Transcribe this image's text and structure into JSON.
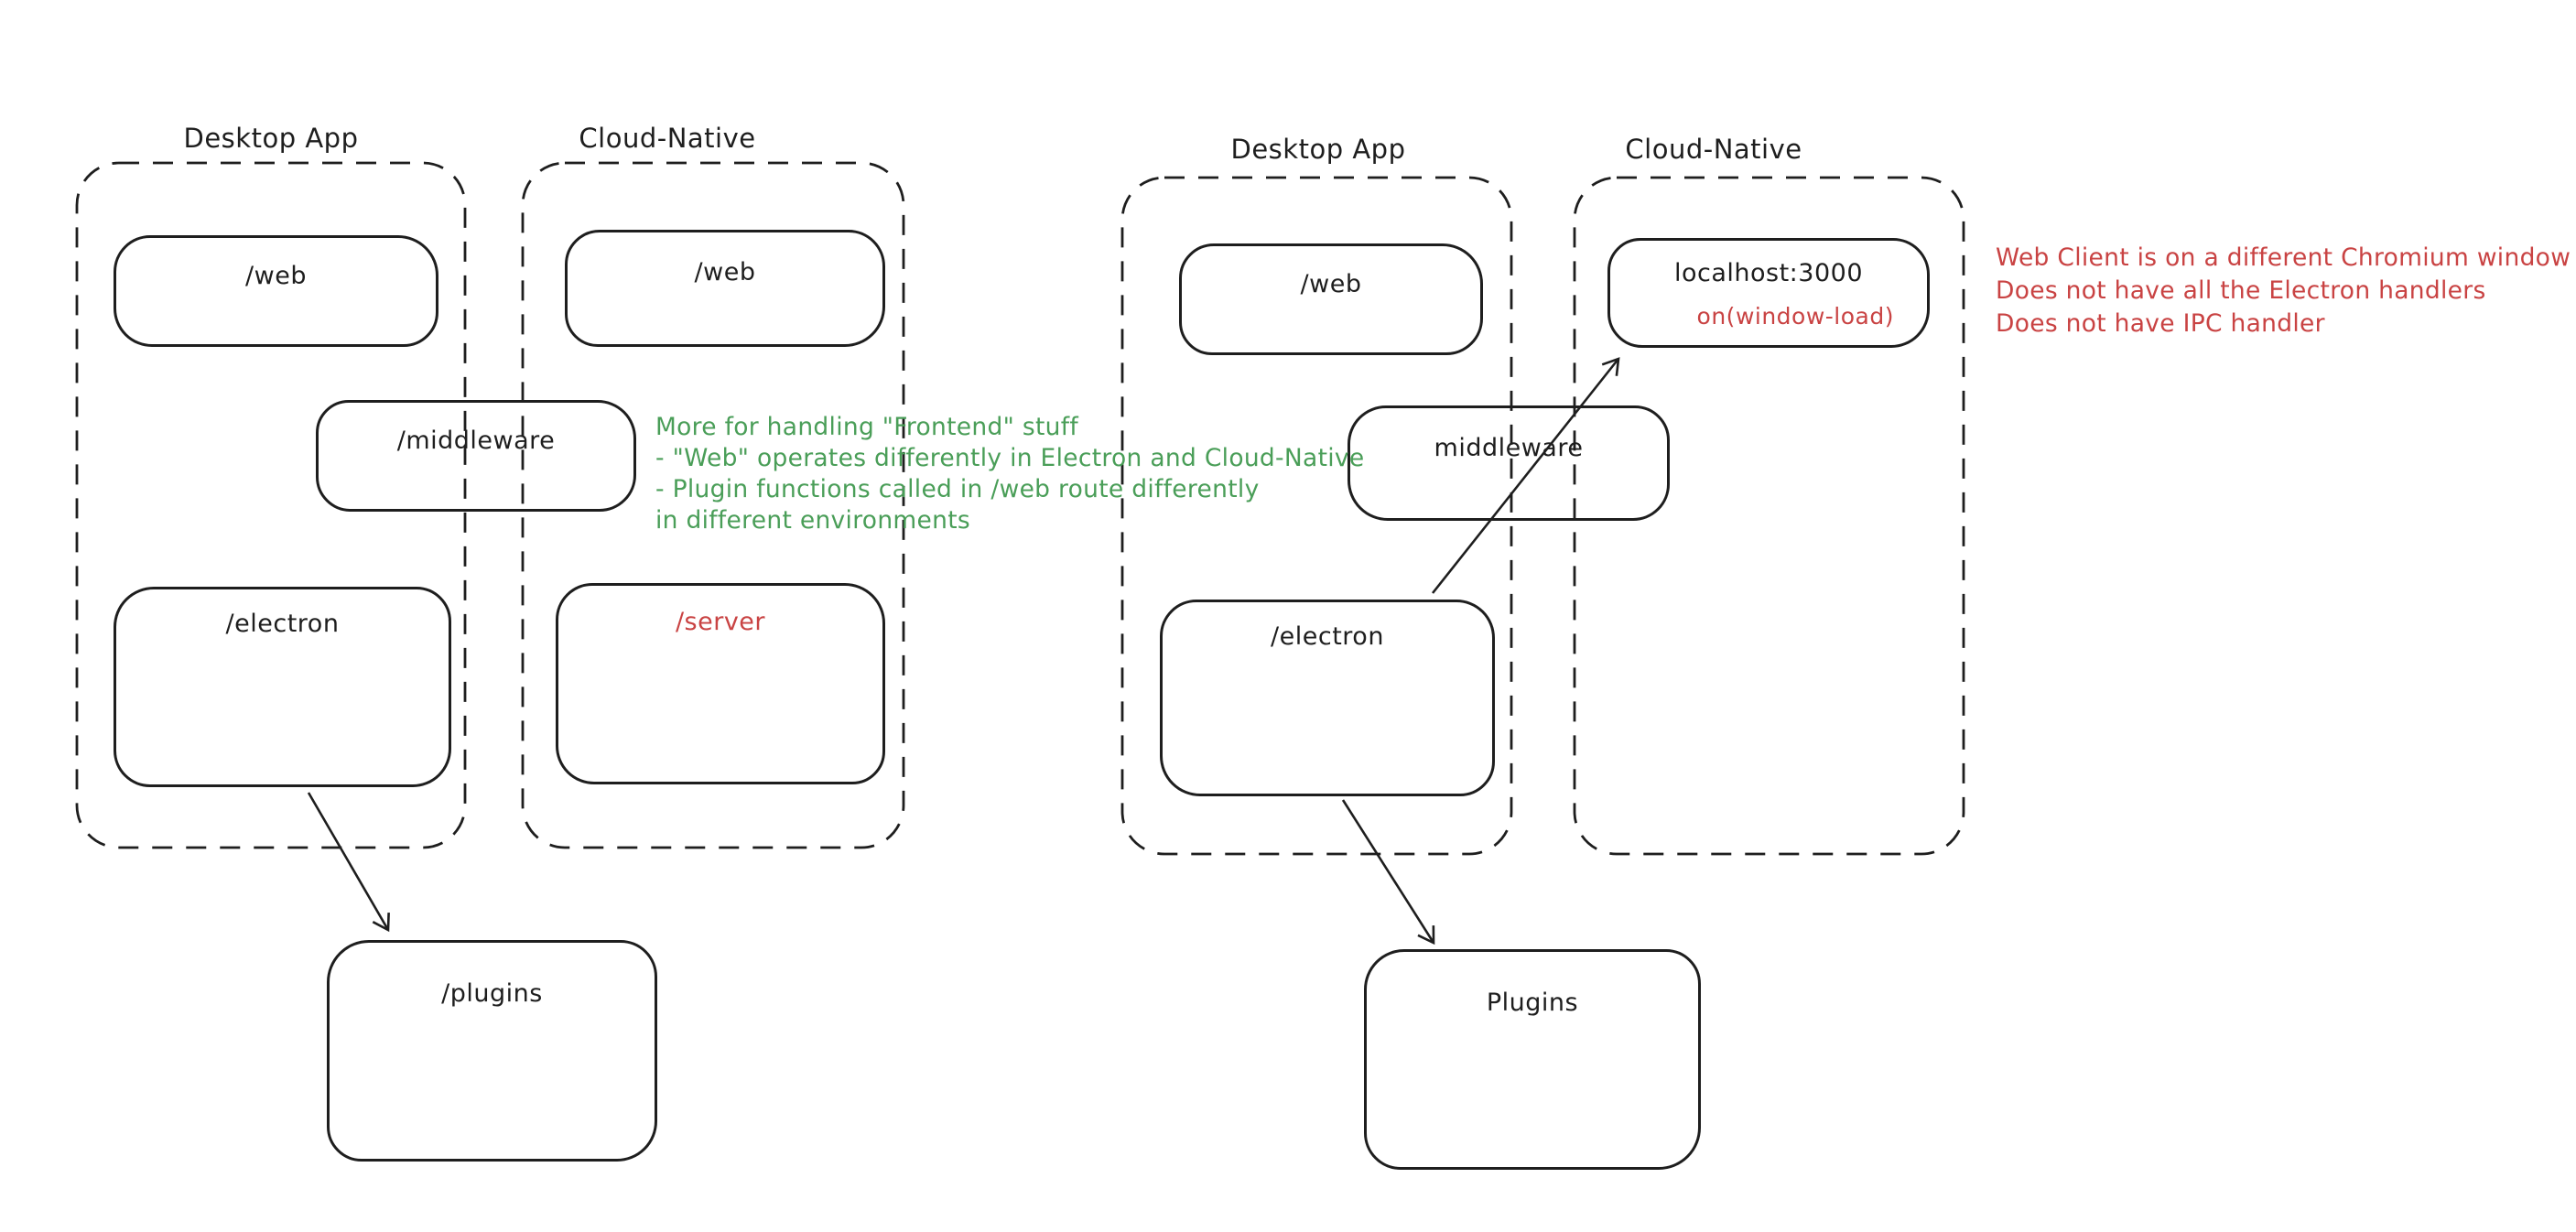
{
  "colors": {
    "background": "#ffffff",
    "ink": "#1e1e1e",
    "red": "#c94343",
    "green": "#4a9e58"
  },
  "left_diagram": {
    "desktop_label": "Desktop App",
    "cloud_label": "Cloud-Native",
    "boxes": {
      "web_desktop": "/web",
      "web_cloud": "/web",
      "middleware": "/middleware",
      "electron": "/electron",
      "server": "/server",
      "plugins": "/plugins"
    },
    "annotation_green": {
      "lines": [
        "More for handling \"Frontend\" stuff",
        "- \"Web\" operates differently in Electron and Cloud-Native",
        "- Plugin functions called in /web route differently",
        "in different environments"
      ]
    }
  },
  "right_diagram": {
    "desktop_label": "Desktop App",
    "cloud_label": "Cloud-Native",
    "boxes": {
      "web": "/web",
      "localhost": "localhost:3000",
      "localhost_sub": "on(window-load)",
      "middleware": "middleware",
      "electron": "/electron",
      "plugins": "Plugins"
    },
    "annotation_red": {
      "lines": [
        "Web Client is on a different Chromium window",
        "Does not have all the Electron handlers",
        "Does not have IPC handler"
      ]
    }
  }
}
